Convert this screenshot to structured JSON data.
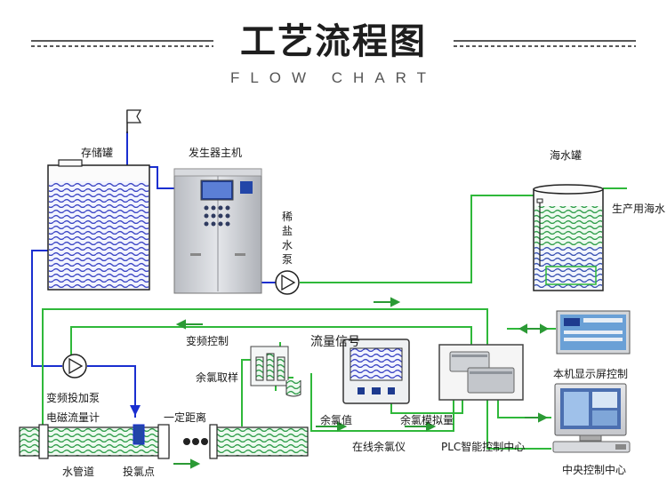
{
  "header": {
    "title": "工艺流程图",
    "subtitle": "FLOW CHART"
  },
  "labels": {
    "storage_tank": "存储罐",
    "generator": "发生器主机",
    "brine_pump": "稀盐水泵",
    "seawater_tank": "海水罐",
    "production_seawater": "生产用海水",
    "freq_control": "变频控制",
    "flow_signal": "流量信号",
    "residual_sampling": "余氯取样",
    "freq_dosing_pump": "变频投加泵",
    "em_flowmeter": "电磁流量计",
    "fixed_distance": "一定距离",
    "residual_value": "余氯值",
    "residual_analog": "余氯模拟量",
    "online_analyzer": "在线余氯仪",
    "plc_center": "PLC智能控制中心",
    "local_display": "本机显示屏控制",
    "central_control": "中央控制中心",
    "water_pipe": "水管道",
    "dosing_point": "投氯点"
  },
  "colors": {
    "pipe_blue": "#1a2fd0",
    "pipe_green": "#2fb83a",
    "arrow_green": "#2b9a35",
    "water_fill": "#4a52c9",
    "pipe_water": "#2f9d4a",
    "cabinet": "#c9ccd1"
  }
}
